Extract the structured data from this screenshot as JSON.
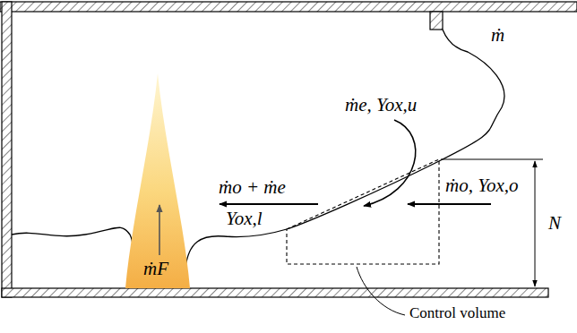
{
  "diagram": {
    "nodes": [
      {
        "text": [
          "ṁF"
        ]
      }
    ],
    "labels": [
      "ṁ",
      "ṁe, Yox,u",
      "ṁo + ṁe",
      "Yox,l",
      "ṁo, Yox,o",
      "N",
      "Control volume"
    ]
  }
}
